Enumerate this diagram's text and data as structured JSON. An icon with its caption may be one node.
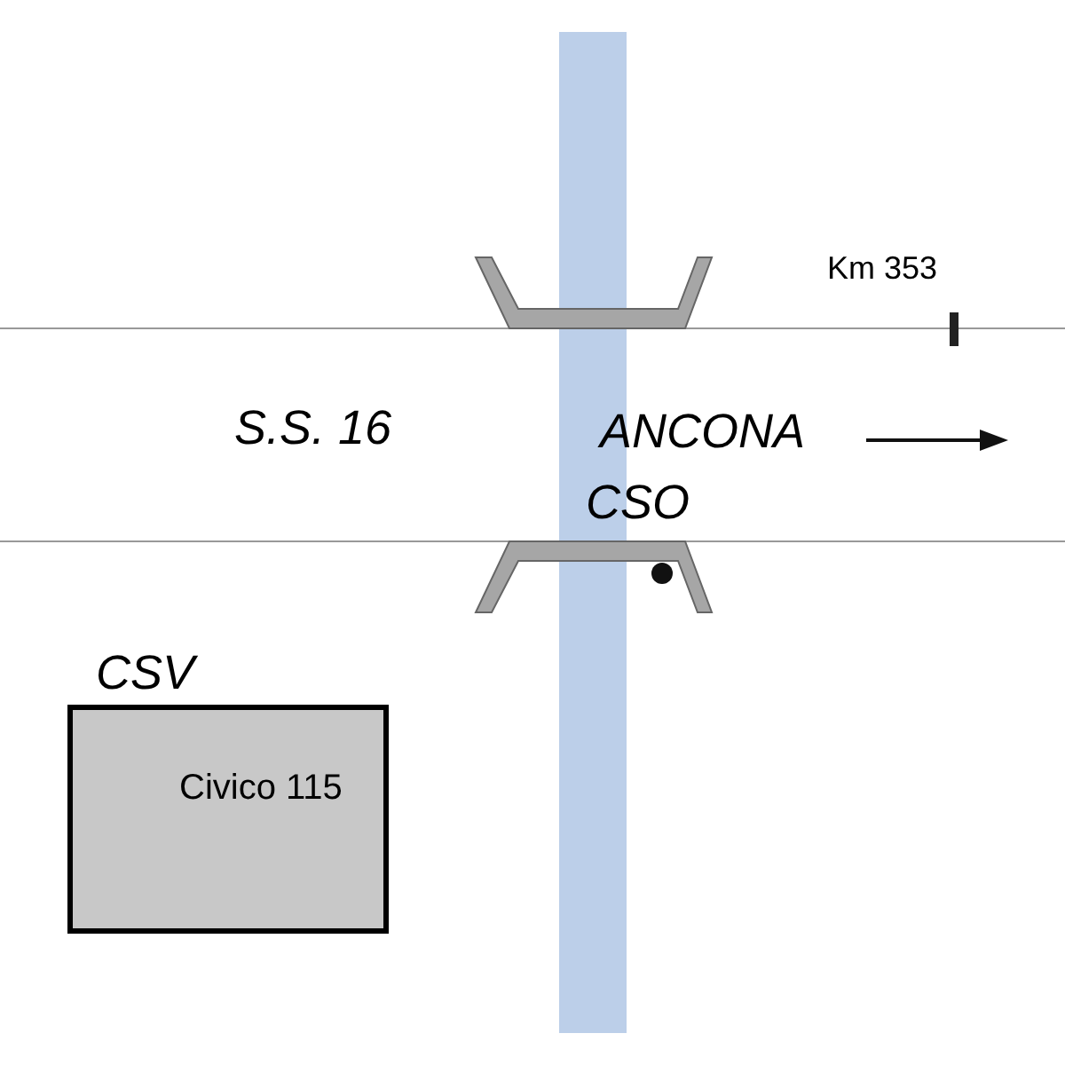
{
  "diagram": {
    "nodes": [
      {
        "text": [
          "Civico 115"
        ]
      }
    ],
    "labels": [
      "Km 353",
      "S.S. 16",
      "ANCONA",
      "CSO",
      "CSV"
    ]
  }
}
